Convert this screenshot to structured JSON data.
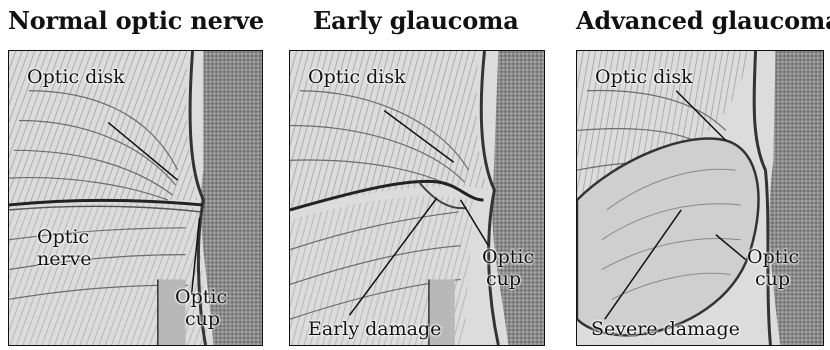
{
  "panels": [
    {
      "title": "Normal optic nerve",
      "labels": {
        "disk": "Optic disk",
        "nerve_1": "Optic",
        "nerve_2": "nerve",
        "cup_1": "Optic",
        "cup_2": "cup"
      }
    },
    {
      "title": "Early glaucoma",
      "labels": {
        "disk": "Optic disk",
        "cup_1": "Optic",
        "cup_2": "cup",
        "damage": "Early damage"
      }
    },
    {
      "title": "Advanced glaucoma",
      "labels": {
        "disk": "Optic disk",
        "cup_1": "Optic",
        "cup_2": "cup",
        "damage": "Severe damage"
      }
    }
  ]
}
